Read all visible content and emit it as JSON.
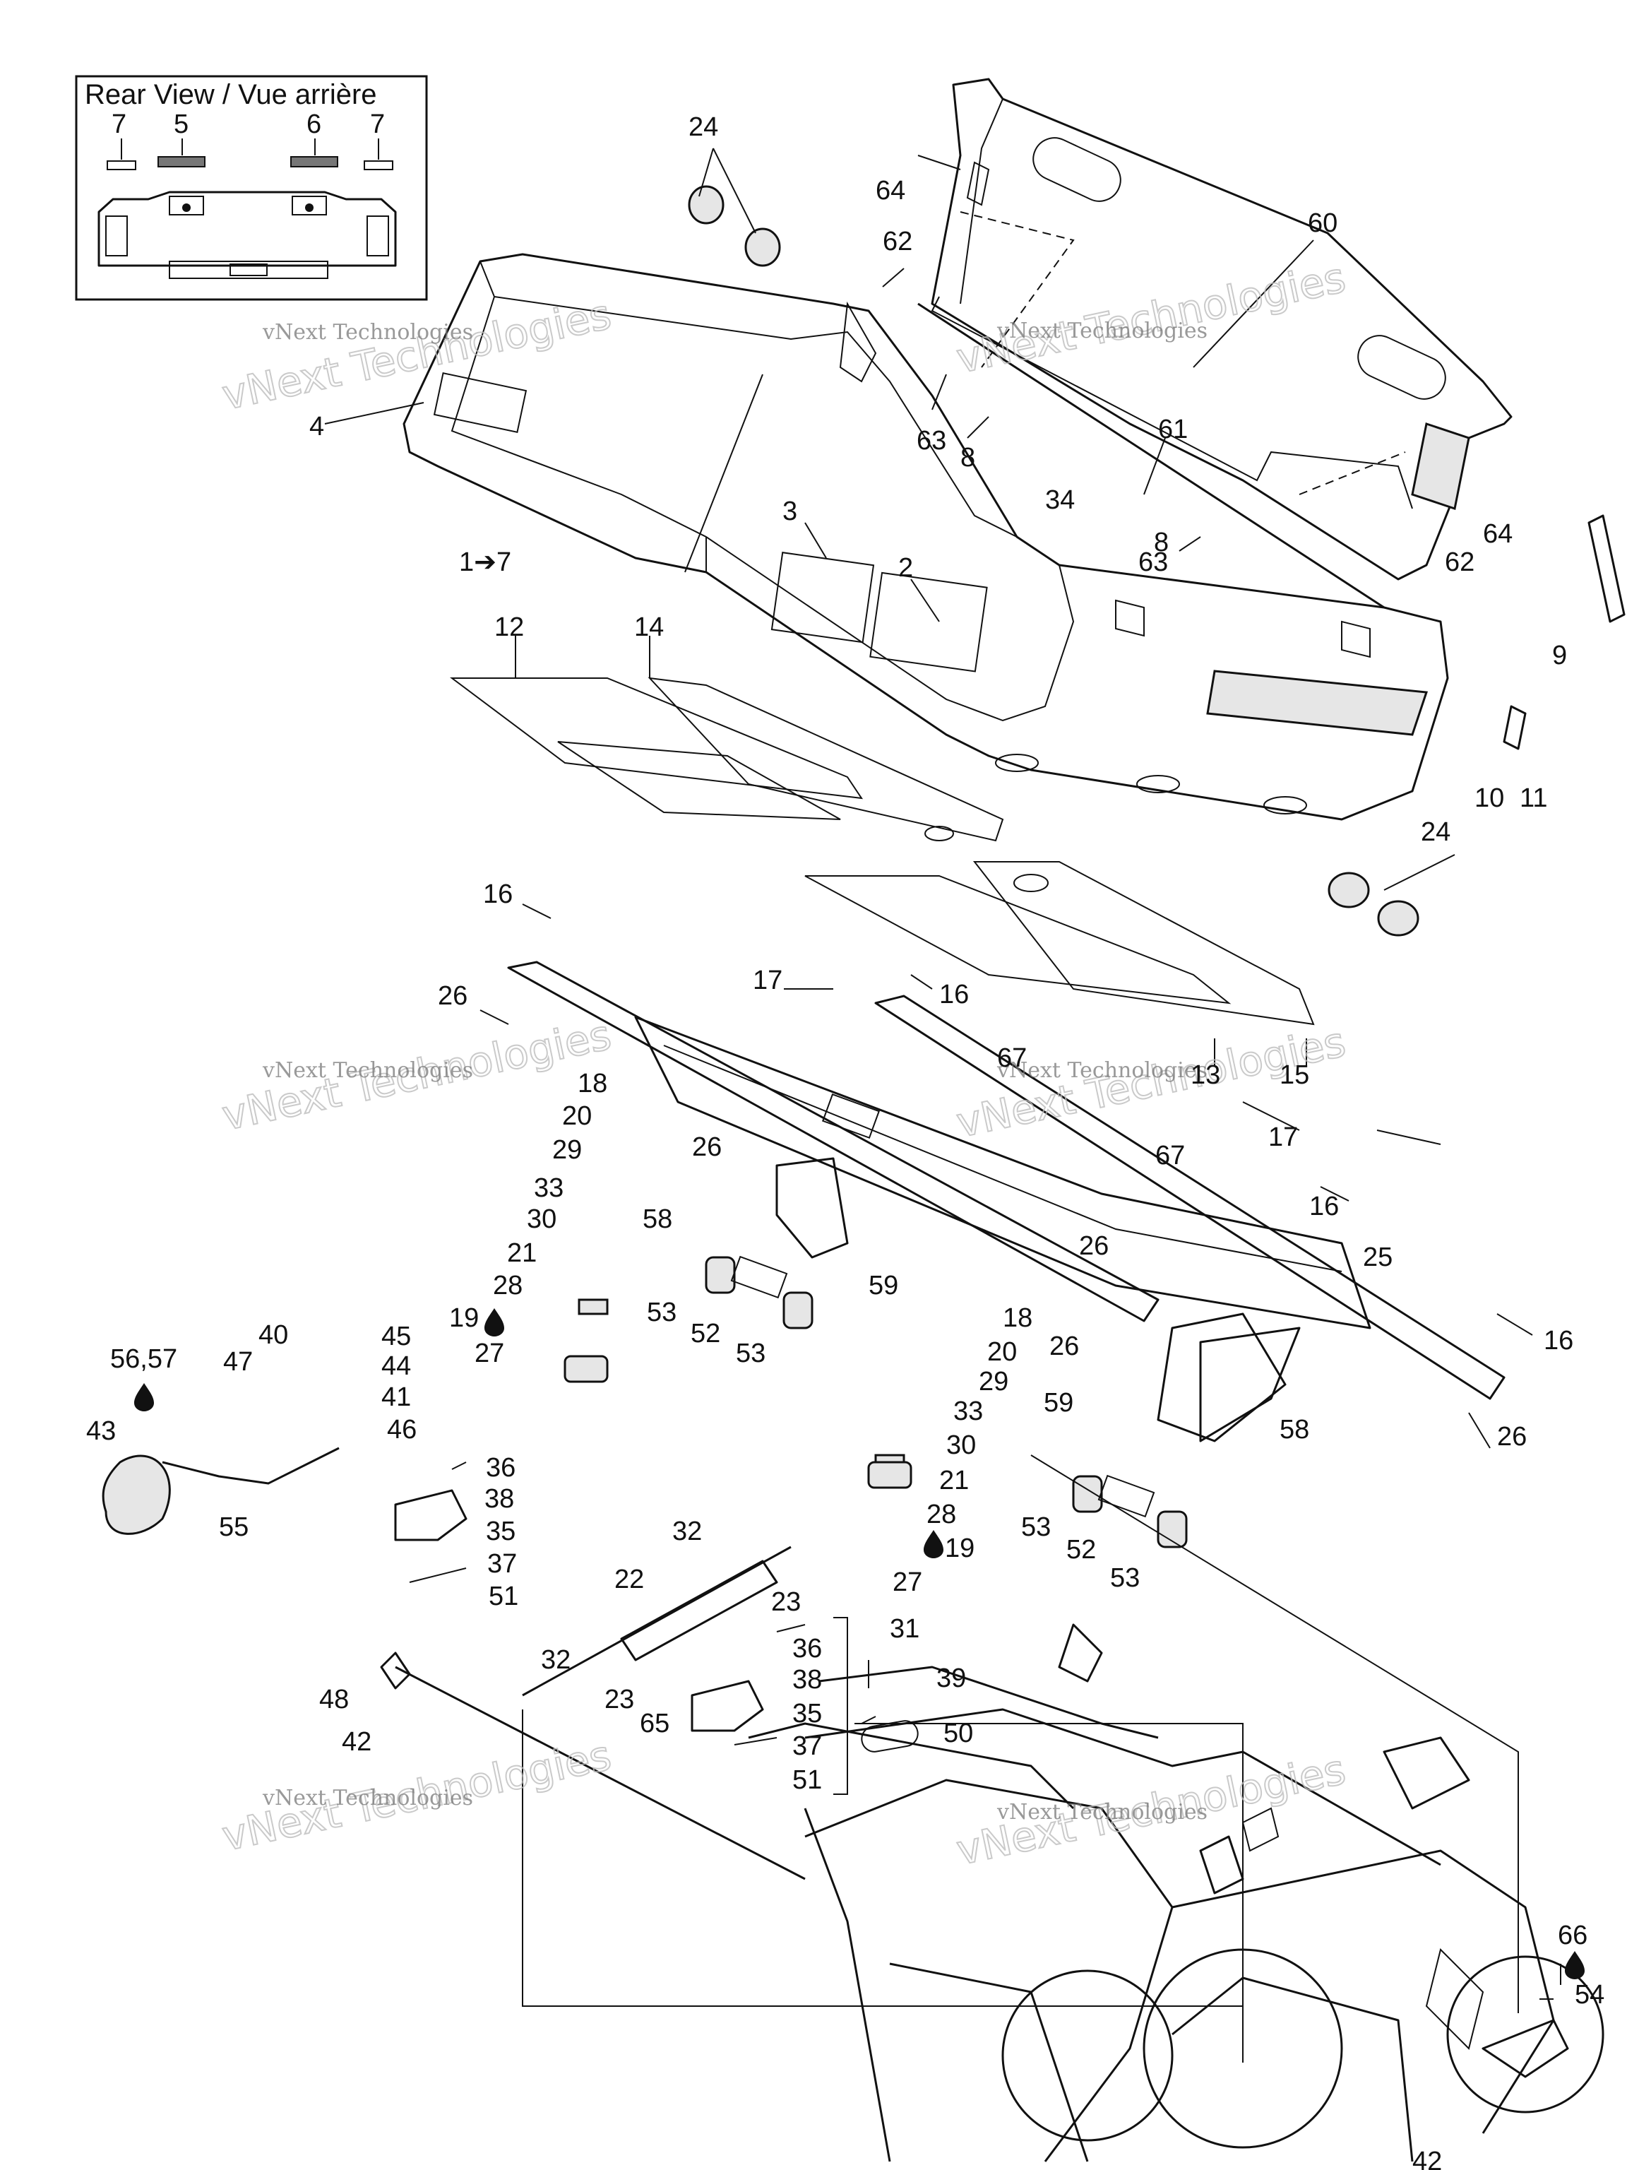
{
  "inset": {
    "title": "Rear View / Vue arrière",
    "labels": [
      "7",
      "5",
      "6",
      "7"
    ]
  },
  "watermark": {
    "line1": "vNext Technologies",
    "line2": "vNext Technologies"
  },
  "callouts": [
    {
      "id": "c24a",
      "text": "24"
    },
    {
      "id": "c64a",
      "text": "64"
    },
    {
      "id": "c62a",
      "text": "62"
    },
    {
      "id": "c60",
      "text": "60"
    },
    {
      "id": "c4",
      "text": "4"
    },
    {
      "id": "c63a",
      "text": "63"
    },
    {
      "id": "c8a",
      "text": "8"
    },
    {
      "id": "c61",
      "text": "61"
    },
    {
      "id": "c34",
      "text": "34"
    },
    {
      "id": "c1to7",
      "text": "1➔7"
    },
    {
      "id": "c3",
      "text": "3"
    },
    {
      "id": "c2",
      "text": "2"
    },
    {
      "id": "c8b",
      "text": "8"
    },
    {
      "id": "c63b",
      "text": "63"
    },
    {
      "id": "c64b",
      "text": "64"
    },
    {
      "id": "c62b",
      "text": "62"
    },
    {
      "id": "c9",
      "text": "9"
    },
    {
      "id": "c12",
      "text": "12"
    },
    {
      "id": "c14",
      "text": "14"
    },
    {
      "id": "c10",
      "text": "10"
    },
    {
      "id": "c11",
      "text": "11"
    },
    {
      "id": "c24b",
      "text": "24"
    },
    {
      "id": "c16a",
      "text": "16"
    },
    {
      "id": "c26a",
      "text": "26"
    },
    {
      "id": "c17a",
      "text": "17"
    },
    {
      "id": "c16b",
      "text": "16"
    },
    {
      "id": "c13",
      "text": "13"
    },
    {
      "id": "c15",
      "text": "15"
    },
    {
      "id": "c67a",
      "text": "67"
    },
    {
      "id": "c18a",
      "text": "18"
    },
    {
      "id": "c20a",
      "text": "20"
    },
    {
      "id": "c29a",
      "text": "29"
    },
    {
      "id": "c26b",
      "text": "26"
    },
    {
      "id": "c67b",
      "text": "67"
    },
    {
      "id": "c17b",
      "text": "17"
    },
    {
      "id": "c33a",
      "text": "33"
    },
    {
      "id": "c30a",
      "text": "30"
    },
    {
      "id": "c58a",
      "text": "58"
    },
    {
      "id": "c16c",
      "text": "16"
    },
    {
      "id": "c21a",
      "text": "21"
    },
    {
      "id": "c26c",
      "text": "26"
    },
    {
      "id": "c28a",
      "text": "28"
    },
    {
      "id": "c25",
      "text": "25"
    },
    {
      "id": "c53a",
      "text": "53"
    },
    {
      "id": "c59a",
      "text": "59"
    },
    {
      "id": "c19a",
      "text": "19"
    },
    {
      "id": "c52a",
      "text": "52"
    },
    {
      "id": "c18b",
      "text": "18"
    },
    {
      "id": "c27a",
      "text": "27"
    },
    {
      "id": "c53b",
      "text": "53"
    },
    {
      "id": "c20b",
      "text": "20"
    },
    {
      "id": "c26d",
      "text": "26"
    },
    {
      "id": "c16d",
      "text": "16"
    },
    {
      "id": "c29b",
      "text": "29"
    },
    {
      "id": "c40",
      "text": "40"
    },
    {
      "id": "c45",
      "text": "45"
    },
    {
      "id": "c56",
      "text": "56,57"
    },
    {
      "id": "c47",
      "text": "47"
    },
    {
      "id": "c44",
      "text": "44"
    },
    {
      "id": "c41",
      "text": "41"
    },
    {
      "id": "c33b",
      "text": "33"
    },
    {
      "id": "c59b",
      "text": "59"
    },
    {
      "id": "c43",
      "text": "43"
    },
    {
      "id": "c46",
      "text": "46"
    },
    {
      "id": "c30b",
      "text": "30"
    },
    {
      "id": "c26e",
      "text": "26"
    },
    {
      "id": "c58b",
      "text": "58"
    },
    {
      "id": "c36a",
      "text": "36"
    },
    {
      "id": "c21b",
      "text": "21"
    },
    {
      "id": "c38a",
      "text": "38"
    },
    {
      "id": "c28b",
      "text": "28"
    },
    {
      "id": "c55",
      "text": "55"
    },
    {
      "id": "c35a",
      "text": "35"
    },
    {
      "id": "c53c",
      "text": "53"
    },
    {
      "id": "c32a",
      "text": "32"
    },
    {
      "id": "c19b",
      "text": "19"
    },
    {
      "id": "c52b",
      "text": "52"
    },
    {
      "id": "c37a",
      "text": "37"
    },
    {
      "id": "c53d",
      "text": "53"
    },
    {
      "id": "c22",
      "text": "22"
    },
    {
      "id": "c23a",
      "text": "23"
    },
    {
      "id": "c27b",
      "text": "27"
    },
    {
      "id": "c51a",
      "text": "51"
    },
    {
      "id": "c31",
      "text": "31"
    },
    {
      "id": "c36b",
      "text": "36"
    },
    {
      "id": "c32b",
      "text": "32"
    },
    {
      "id": "c38b",
      "text": "38"
    },
    {
      "id": "c39",
      "text": "39"
    },
    {
      "id": "c48",
      "text": "48"
    },
    {
      "id": "c23b",
      "text": "23"
    },
    {
      "id": "c35b",
      "text": "35"
    },
    {
      "id": "c65",
      "text": "65"
    },
    {
      "id": "c50",
      "text": "50"
    },
    {
      "id": "c42a",
      "text": "42"
    },
    {
      "id": "c37b",
      "text": "37"
    },
    {
      "id": "c51b",
      "text": "51"
    },
    {
      "id": "c66",
      "text": "66"
    },
    {
      "id": "c54",
      "text": "54"
    },
    {
      "id": "c42b",
      "text": "42"
    }
  ]
}
